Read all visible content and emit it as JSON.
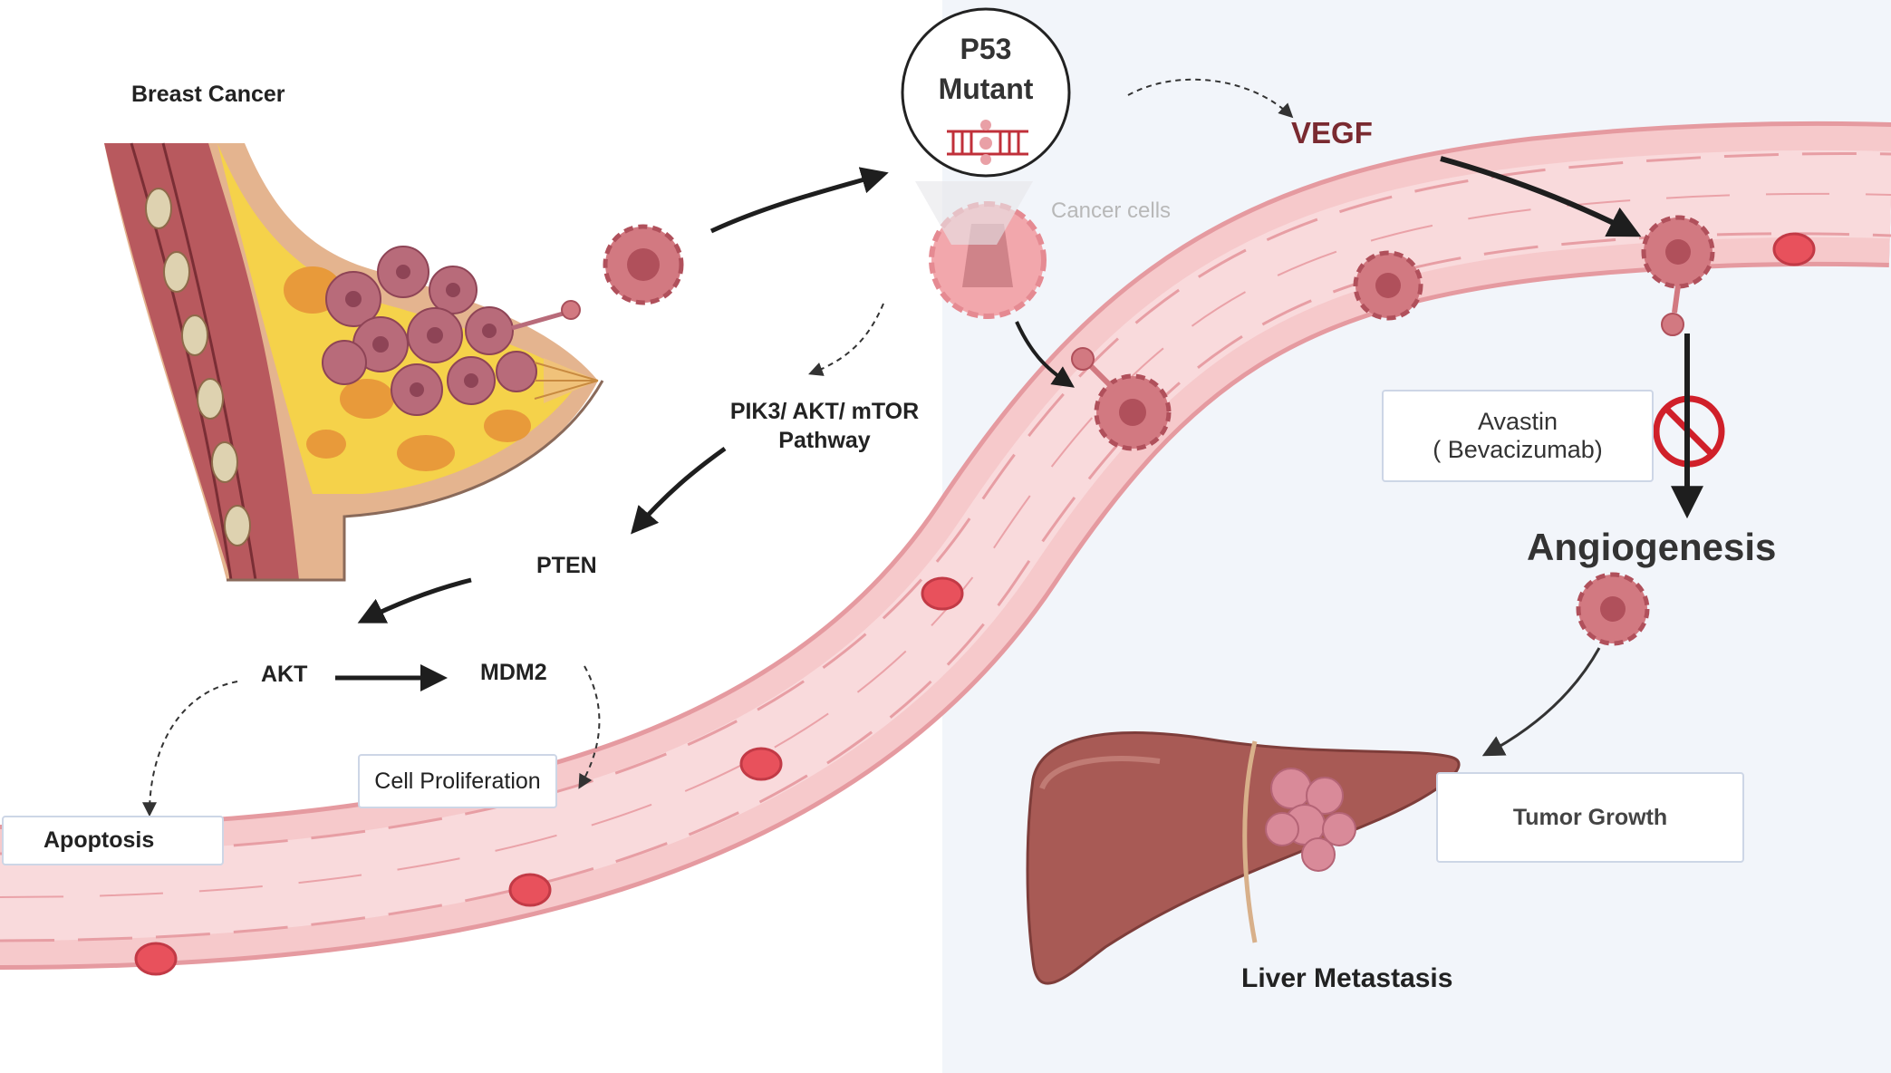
{
  "labels": {
    "breast_cancer": "Breast Cancer",
    "p53_line1": "P53",
    "p53_line2": "Mutant",
    "vegf": "VEGF",
    "cancer_cells": "Cancer cells",
    "pik3_line1": "PIK3/ AKT/ mTOR",
    "pik3_line2": "Pathway",
    "pten": "PTEN",
    "akt": "AKT",
    "mdm2": "MDM2",
    "cell_proliferation": "Cell Proliferation",
    "apoptosis": "Apoptosis",
    "avastin_line1": "Avastin",
    "avastin_line2": "( Bevacizumab)",
    "angiogenesis": "Angiogenesis",
    "tumor_growth": "Tumor Growth",
    "liver_metastasis": "Liver Metastasis"
  },
  "colors": {
    "vessel_fill": "#f6c9cb",
    "vessel_stroke": "#e59aa0",
    "cancer_cell": "#d27981",
    "cancer_nucleus": "#b0505b",
    "blood_cell": "#e8515c",
    "liver": "#a85a55",
    "vegf_text": "#7a2a30",
    "inhibit_red": "#d0202a",
    "box_border": "#cdd6e6"
  },
  "icons": {
    "p53": "dna-helix-icon",
    "inhibit": "prohibited-icon"
  }
}
